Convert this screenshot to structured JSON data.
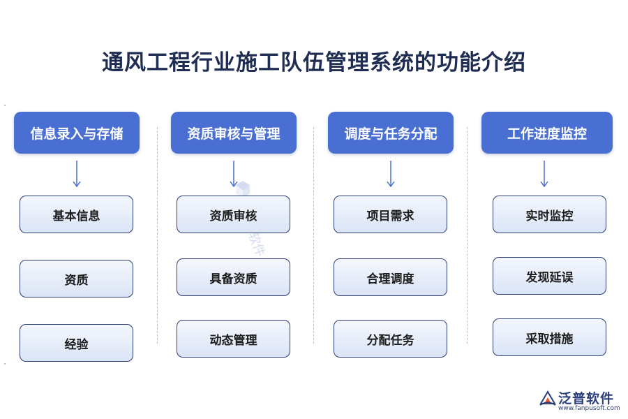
{
  "title": "通风工程行业施工队伍管理系统的功能介绍",
  "columns": [
    {
      "header": "信息录入与存储",
      "items": [
        "基本信息",
        "资质",
        "经验"
      ]
    },
    {
      "header": "资质审核与管理",
      "items": [
        "资质审核",
        "具备资质",
        "动态管理"
      ]
    },
    {
      "header": "调度与任务分配",
      "items": [
        "项目需求",
        "合理调度",
        "分配任务"
      ]
    },
    {
      "header": "工作进度监控",
      "items": [
        "实时监控",
        "发现延误",
        "采取措施"
      ]
    }
  ],
  "logo": {
    "name": "泛普软件",
    "url": "www.fanpusoft.com"
  },
  "watermark_text": "软件",
  "colors": {
    "header_bg": "#4a6fd3",
    "title": "#1f2d52",
    "item_border": "#2c3c6e",
    "logo": "#2a3e7a"
  },
  "icons": {
    "arrow": "down-arrow-icon",
    "logo_mark": "fanpu-logo-icon"
  }
}
